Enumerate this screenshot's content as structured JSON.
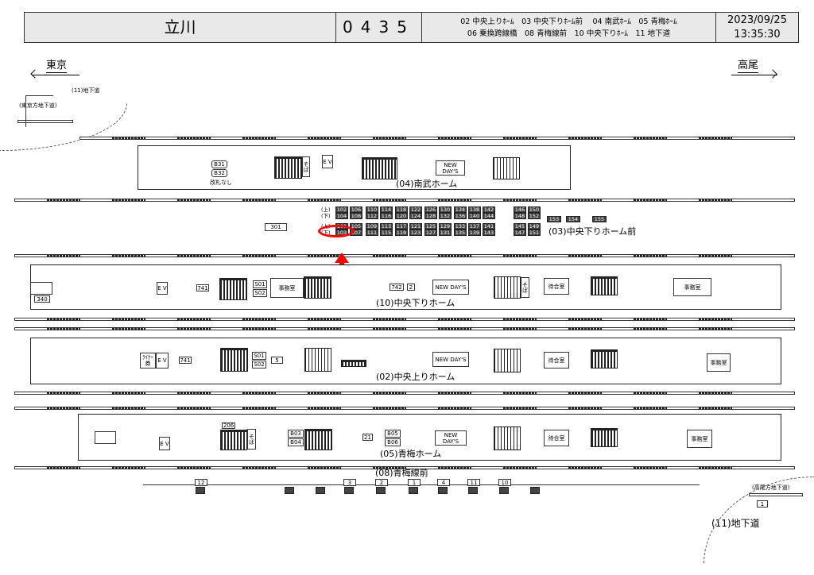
{
  "header": {
    "station": "立川",
    "code": "0435",
    "legend_line1": "02 中央上りﾎｰﾑ　03 中央下りﾎｰﾑ前　 04 南武ﾎｰﾑ　05 青梅ﾎｰﾑ",
    "legend_line2": "06 乗換跨線橋　08 青梅線前　10 中央下りﾎｰﾑ　11 地下道",
    "date": "2023/09/25",
    "time": "13:35:30"
  },
  "directions": {
    "left": "東京",
    "right": "高尾"
  },
  "underpass": {
    "label_left": "(11)地下道",
    "sub_left": "(東京方地下道)",
    "label_right": "(11)地下道",
    "sub_right": "(高尾方地下道)",
    "box_right": "1"
  },
  "platforms": {
    "p04": "(04)南武ホーム",
    "p03": "(03)中央下りホーム前",
    "p10": "(10)中央下りホーム",
    "p02": "(02)中央上りホーム",
    "p05": "(05)青梅ホーム",
    "p08": "(08)青梅線前"
  },
  "items": {
    "b31": "B31",
    "b32": "B32",
    "kaisatsu_nashi": "改札なし",
    "soba": "そば",
    "ev": "E V",
    "new_days": "NEW DAY'S",
    "box301": "301",
    "box340": "340",
    "box741": "741",
    "s01": "S01",
    "s02": "S02",
    "jimushitsu": "事務室",
    "box742": "742",
    "box2": "2",
    "machiai": "待合室",
    "liner": "ﾗｲﾅｰ券",
    "box5": "5",
    "box206": "206",
    "b03": "B03",
    "b04": "B04",
    "box21": "21",
    "b05": "B05",
    "b06": "B06"
  },
  "gates": {
    "up": "(上)",
    "down": "(下)",
    "rows": [
      [
        "102",
        "106",
        "110",
        "114",
        "118",
        "122",
        "126",
        "130",
        "134",
        "138",
        "142",
        "146",
        "150"
      ],
      [
        "104",
        "108",
        "112",
        "116",
        "120",
        "124",
        "128",
        "132",
        "136",
        "140",
        "144",
        "148",
        "152"
      ],
      [
        "101",
        "105",
        "109",
        "113",
        "117",
        "121",
        "125",
        "129",
        "133",
        "137",
        "141",
        "145",
        "149"
      ],
      [
        "103",
        "107",
        "111",
        "115",
        "119",
        "123",
        "127",
        "131",
        "135",
        "139",
        "143",
        "147",
        "151"
      ]
    ],
    "extra": [
      "153",
      "154",
      "155"
    ]
  },
  "line08": {
    "labels": [
      "12",
      "3",
      "2",
      "1",
      "4",
      "11",
      "10"
    ]
  },
  "highlight_color": "#ff0000"
}
